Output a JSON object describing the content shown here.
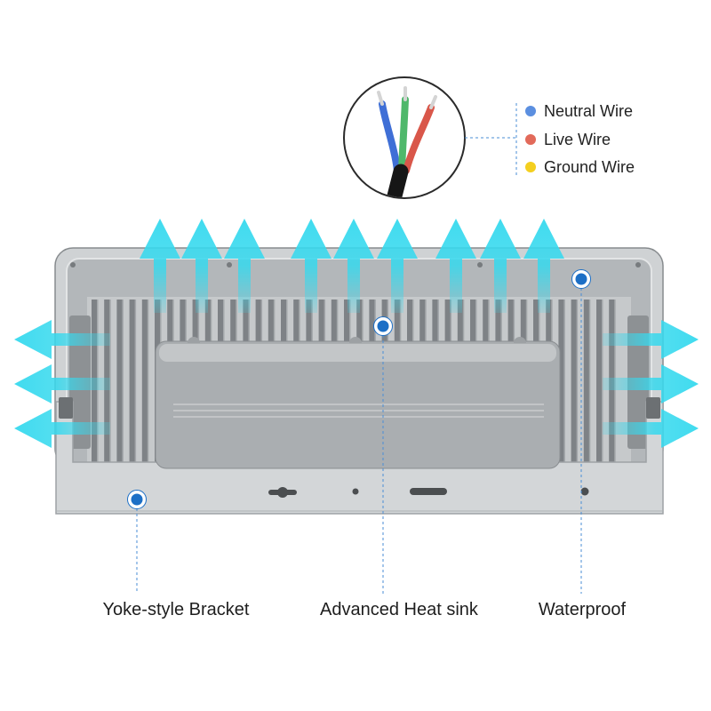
{
  "wire_legend": {
    "items": [
      {
        "label": "Neutral Wire",
        "color": "#5b8fe0"
      },
      {
        "label": "Live Wire",
        "color": "#e26a5a"
      },
      {
        "label": "Ground Wire",
        "color": "#f4cf1f"
      }
    ]
  },
  "callouts": {
    "bracket": {
      "label": "Yoke-style Bracket"
    },
    "heat_sink": {
      "label": "Advanced Heat sink"
    },
    "waterproof": {
      "label": "Waterproof"
    }
  },
  "colors": {
    "airflow_arrow": "#36d9ee",
    "callout_marker": "#1c6fc6",
    "callout_line": "#4a8ed6"
  },
  "icons": {
    "wire_detail": "three-core-cable-icon",
    "airflow": "airflow-arrow-icon",
    "marker": "callout-marker-icon"
  }
}
